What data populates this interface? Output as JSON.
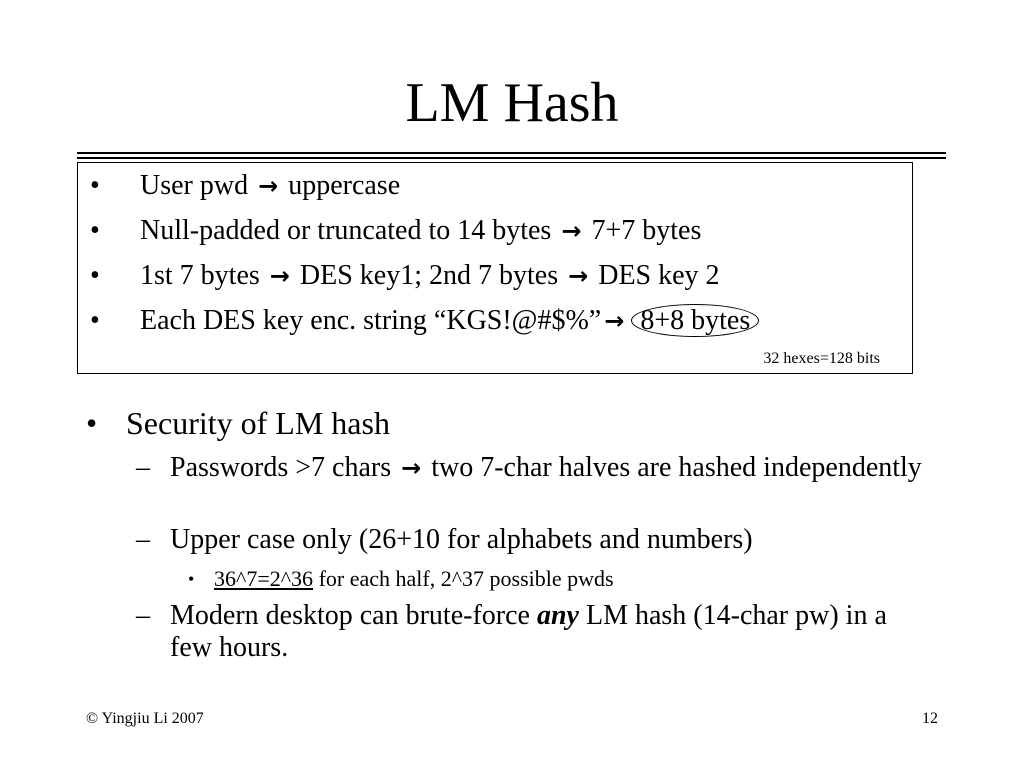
{
  "title": "LM Hash",
  "box": {
    "items": [
      {
        "bullet": "•",
        "a": "User pwd",
        "b": "uppercase"
      },
      {
        "bullet": "•",
        "a": "Null-padded or truncated to 14 bytes",
        "b": "7+7 bytes"
      },
      {
        "bullet": "•",
        "a": "1st 7 bytes",
        "b": "DES key1; 2nd 7 bytes",
        "c": "DES key 2"
      },
      {
        "bullet": "•",
        "a": "Each DES key enc. string “KGS!@#$%”",
        "b": "8+8 bytes"
      }
    ],
    "note": "32 hexes=128 bits"
  },
  "arrow": "→",
  "security": {
    "bullet": "•",
    "heading": "Security of LM hash",
    "dash": "–",
    "sub1": "Passwords >7 chars",
    "sub1_rest": "two 7-char halves are hashed independently",
    "sub2": "Upper case only (26+10 for alphabets and numbers)",
    "sub2_bullet": "•",
    "sub2_underlined": "36^7=2^36",
    "sub2_rest": " for each half, 2^37 possible pwds",
    "sub3_a": "Modern desktop can brute-force ",
    "sub3_em": "any",
    "sub3_b": " LM hash (14-char pw) in a few hours."
  },
  "footer": {
    "left": "© Yingjiu Li 2007",
    "right": "12"
  }
}
